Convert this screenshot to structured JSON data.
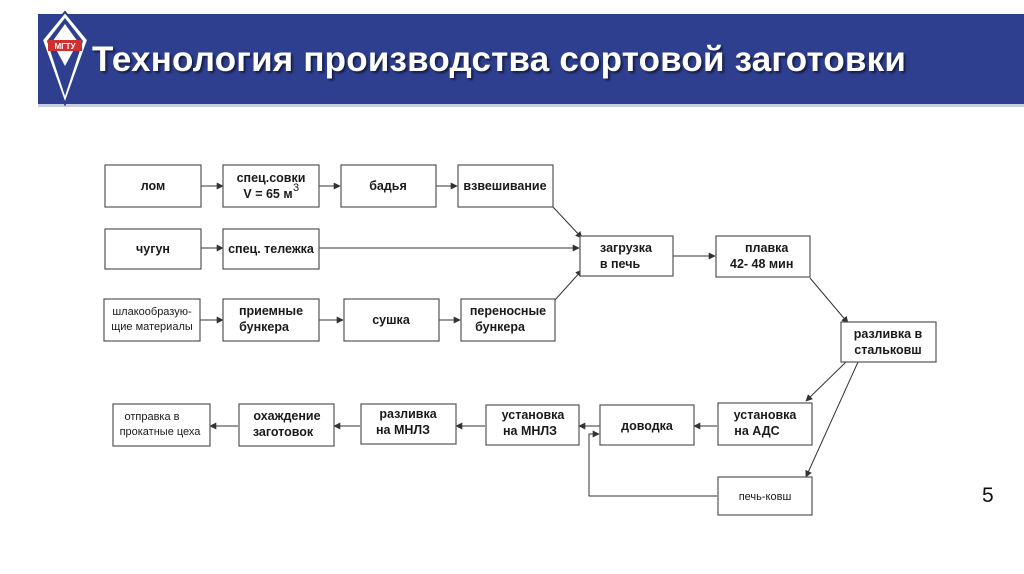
{
  "header": {
    "title": "Технология производства сортовой заготовки",
    "logo_text": "МГТУ"
  },
  "page_number": "5",
  "colors": {
    "header_bg": "#2e3f90",
    "box_stroke": "#555555",
    "text": "#1a1a1a"
  },
  "diagram": {
    "nodes": {
      "lom": [
        "лом"
      ],
      "spec_sovki": [
        "спец.совки",
        "V = 65 м",
        "3"
      ],
      "badya": [
        "бадья"
      ],
      "vzveshivanie": [
        "взвешивание"
      ],
      "chugun": [
        "чугун"
      ],
      "spec_telezhka": [
        "спец. тележка"
      ],
      "shlakoobrazuyushchie": [
        "шлакообразую-",
        "щие материалы"
      ],
      "priemnye_bunkera": [
        "приемные",
        "бункера"
      ],
      "sushka": [
        "сушка"
      ],
      "perenosnye_bunkera": [
        "переносные",
        "бункера"
      ],
      "zagruzka": [
        "загрузка",
        "в печь"
      ],
      "plavka": [
        "плавка",
        "42- 48 мин"
      ],
      "razlivka_stalkovsh": [
        "разливка в",
        "стальковш"
      ],
      "ustanovka_ads": [
        "установка",
        "на АДС"
      ],
      "pech_kovsh": [
        "печь-ковш"
      ],
      "dovodka": [
        "доводка"
      ],
      "ustanovka_mnlz": [
        "установка",
        "на МНЛЗ"
      ],
      "razlivka_mnlz": [
        "разливка",
        "на МНЛЗ"
      ],
      "okhazhdenie": [
        "охаждение",
        "заготовок"
      ],
      "otpravka": [
        "отправка в",
        "прокатные цеха"
      ]
    }
  }
}
